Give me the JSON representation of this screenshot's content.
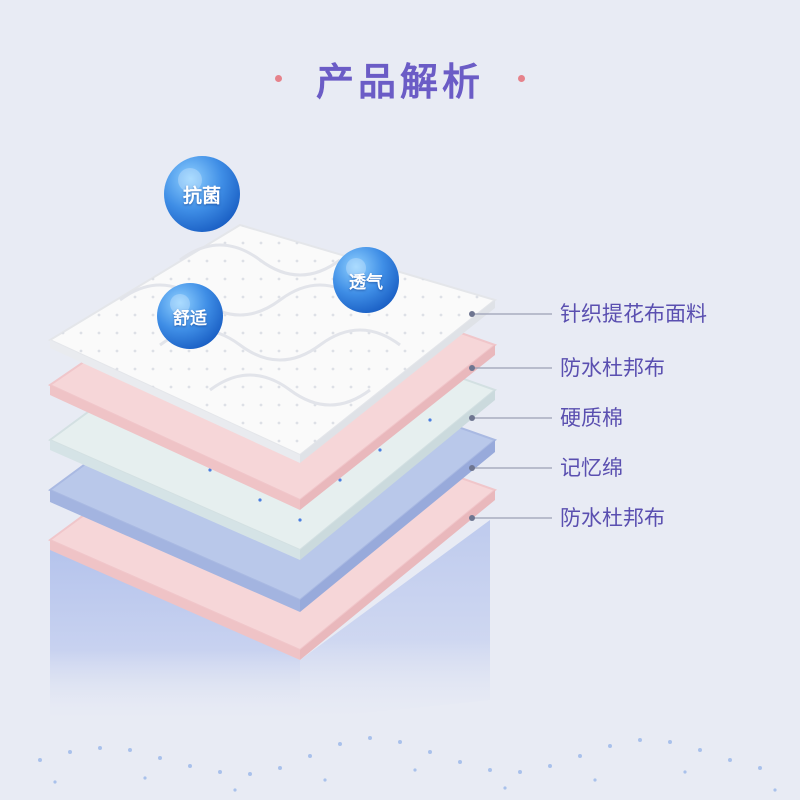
{
  "page": {
    "title": "产品解析",
    "background": "#e8ebf4",
    "accent_color": "#6b5cc6"
  },
  "features": [
    {
      "label": "抗菌",
      "icon": "sphere-badge-icon"
    },
    {
      "label": "透气",
      "icon": "sphere-badge-icon"
    },
    {
      "label": "舒适",
      "icon": "sphere-badge-icon"
    }
  ],
  "layers": [
    {
      "label": "针织提花布面料",
      "color": "#ffffff"
    },
    {
      "label": "防水杜邦布",
      "color": "#f6d6d8"
    },
    {
      "label": "硬质棉",
      "color": "#e6efef"
    },
    {
      "label": "记忆绵",
      "color": "#b9c8ea"
    },
    {
      "label": "防水杜邦布",
      "color": "#f6d6d8"
    }
  ]
}
